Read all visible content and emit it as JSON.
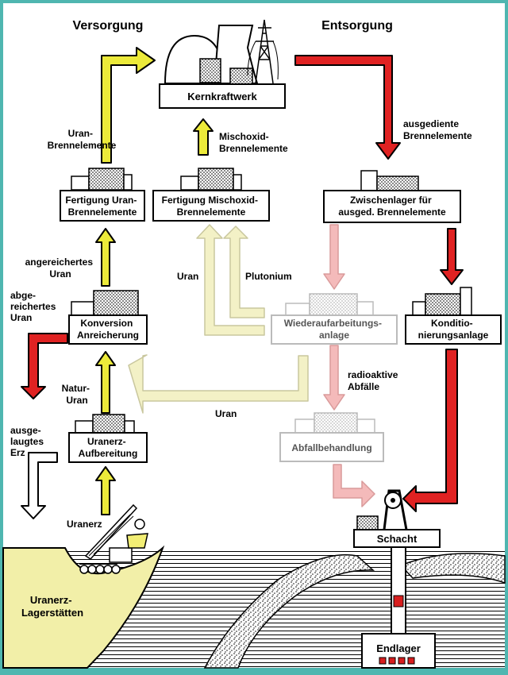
{
  "colors": {
    "frame": "#4fb6b0",
    "background": "#ffffff",
    "supply_arrow": "#ecea3a",
    "disposal_arrow": "#e02222",
    "faded_supply": "#f3f1c6",
    "faded_disposal": "#f4baba",
    "deposit": "#f2efa8",
    "outline": "#000000",
    "faded_outline": "#c4c4c4"
  },
  "headings": {
    "supply": "Versorgung",
    "disposal": "Entsorgung"
  },
  "facilities": {
    "power_plant": "Kernkraftwerk",
    "fab_uranium": [
      "Fertigung Uran-",
      "Brennelemente"
    ],
    "fab_mox": [
      "Fertigung Mischoxid-",
      "Brennelemente"
    ],
    "interim_storage": [
      "Zwischenlager für",
      "ausged. Brennelemente"
    ],
    "conversion": [
      "Konversion",
      "Anreicherung"
    ],
    "reprocessing": [
      "Wiederaufarbeitungs-",
      "anlage"
    ],
    "conditioning": [
      "Konditio-",
      "nierungsanlage"
    ],
    "ore_processing": [
      "Uranerz-",
      "Aufbereitung"
    ],
    "waste_treatment": "Abfallbehandlung",
    "shaft": "Schacht",
    "repository": "Endlager",
    "deposits": [
      "Uranerz-",
      "Lagerstätten"
    ]
  },
  "flow_labels": {
    "uranium_fuel": [
      "Uran-",
      "Brennelemente"
    ],
    "mox_fuel": [
      "Mischoxid-",
      "Brennelemente"
    ],
    "spent_fuel": [
      "ausgediente",
      "Brennelemente"
    ],
    "enriched_uranium": [
      "angereichertes",
      "Uran"
    ],
    "depleted_uranium": [
      "abge-",
      "reichertes",
      "Uran"
    ],
    "uranium_mid": "Uran",
    "plutonium": "Plutonium",
    "natural_uranium": [
      "Natur-",
      "Uran"
    ],
    "radioactive_waste": [
      "radioaktive",
      "Abfälle"
    ],
    "uranium_return": "Uran",
    "leached_ore": [
      "ausge-",
      "laugtes",
      "Erz"
    ],
    "uranium_ore": "Uranerz"
  }
}
